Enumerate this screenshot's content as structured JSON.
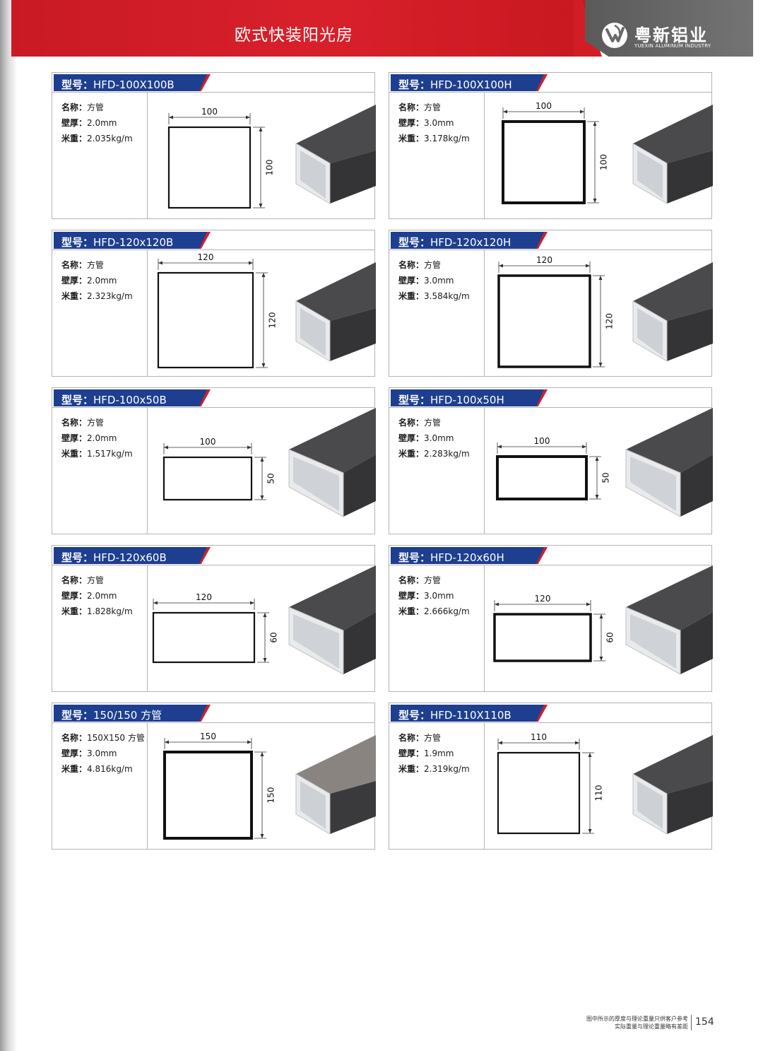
{
  "header": {
    "title": "欧式快装阳光房",
    "logo_cn": "粤新铝业",
    "logo_en": "YUEXIN ALUMINUM INDUSTRY",
    "logo_mark": "yuexin-logo-icon"
  },
  "colors": {
    "header_red": "#d21c26",
    "logo_gray": "#666666",
    "tab_blue": "#1e3f8f",
    "tab_accent": "#d0202b"
  },
  "labels": {
    "model": "型号：",
    "name": "名称：",
    "wall": "壁厚：",
    "weight": "米重："
  },
  "cards": [
    {
      "model": "HFD-100X100B",
      "name": "方管",
      "wall": "2.0mm",
      "weight": "2.035kg/m",
      "width": "100",
      "height": "100"
    },
    {
      "model": "HFD-100X100H",
      "name": "方管",
      "wall": "3.0mm",
      "weight": "3.178kg/m",
      "width": "100",
      "height": "100"
    },
    {
      "model": "HFD-120x120B",
      "name": "方管",
      "wall": "2.0mm",
      "weight": "2.323kg/m",
      "width": "120",
      "height": "120"
    },
    {
      "model": "HFD-120x120H",
      "name": "方管",
      "wall": "3.0mm",
      "weight": "3.584kg/m",
      "width": "120",
      "height": "120"
    },
    {
      "model": "HFD-100x50B",
      "name": "方管",
      "wall": "2.0mm",
      "weight": "1.517kg/m",
      "width": "100",
      "height": "50"
    },
    {
      "model": "HFD-100x50H",
      "name": "方管",
      "wall": "3.0mm",
      "weight": "2.283kg/m",
      "width": "100",
      "height": "50"
    },
    {
      "model": "HFD-120x60B",
      "name": "方管",
      "wall": "2.0mm",
      "weight": "1.828kg/m",
      "width": "120",
      "height": "60"
    },
    {
      "model": "HFD-120x60H",
      "name": "方管",
      "wall": "3.0mm",
      "weight": "2.666kg/m",
      "width": "120",
      "height": "60"
    },
    {
      "model": "150/150 方管",
      "name": "150X150 方管",
      "wall": "3.0mm",
      "weight": "4.816kg/m",
      "width": "150",
      "height": "150"
    },
    {
      "model": "HFD-110X110B",
      "name": "方管",
      "wall": "1.9mm",
      "weight": "2.319kg/m",
      "width": "110",
      "height": "110"
    }
  ],
  "footer": {
    "note_line1": "图中所示的厚度与理论重量只供客户参考",
    "note_line2": "实际重量与理论重量略有差距",
    "page_number": "154"
  }
}
